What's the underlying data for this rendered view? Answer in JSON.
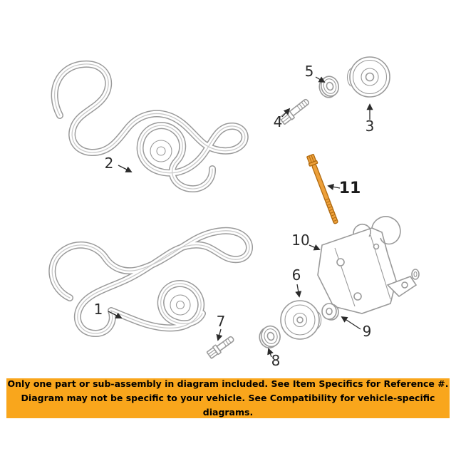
{
  "theme": {
    "line": "#9a9a9a",
    "line_soft": "#c9c9c9",
    "callout": "#2b2b2b",
    "highlight": "#eda03a",
    "highlight_dark": "#b06a10",
    "banner_bg": "#f9a61c",
    "banner_text": "#000000"
  },
  "diagram": {
    "description": "Serpentine drive belt, pulleys, bolts and tensioner bracket parts diagram",
    "callouts": [
      {
        "label": "1",
        "part": "serpentine-belt-lower"
      },
      {
        "label": "2",
        "part": "serpentine-belt-upper"
      },
      {
        "label": "3",
        "part": "idler-pulley-top"
      },
      {
        "label": "4",
        "part": "bolt-small-top"
      },
      {
        "label": "5",
        "part": "washer-top"
      },
      {
        "label": "6",
        "part": "idler-pulley-bottom"
      },
      {
        "label": "7",
        "part": "bolt-small-bottom"
      },
      {
        "label": "8",
        "part": "washer-bottom"
      },
      {
        "label": "9",
        "part": "washer-small-right"
      },
      {
        "label": "10",
        "part": "mounting-bracket"
      },
      {
        "label": "11",
        "part": "long-bolt-highlighted"
      }
    ]
  },
  "banner": {
    "line1": "Only one part or sub-assembly in diagram included. See Item Specifics for Reference #.",
    "line2": "Diagram may not be specific to your vehicle. See Compatibility for vehicle-specific diagrams."
  }
}
